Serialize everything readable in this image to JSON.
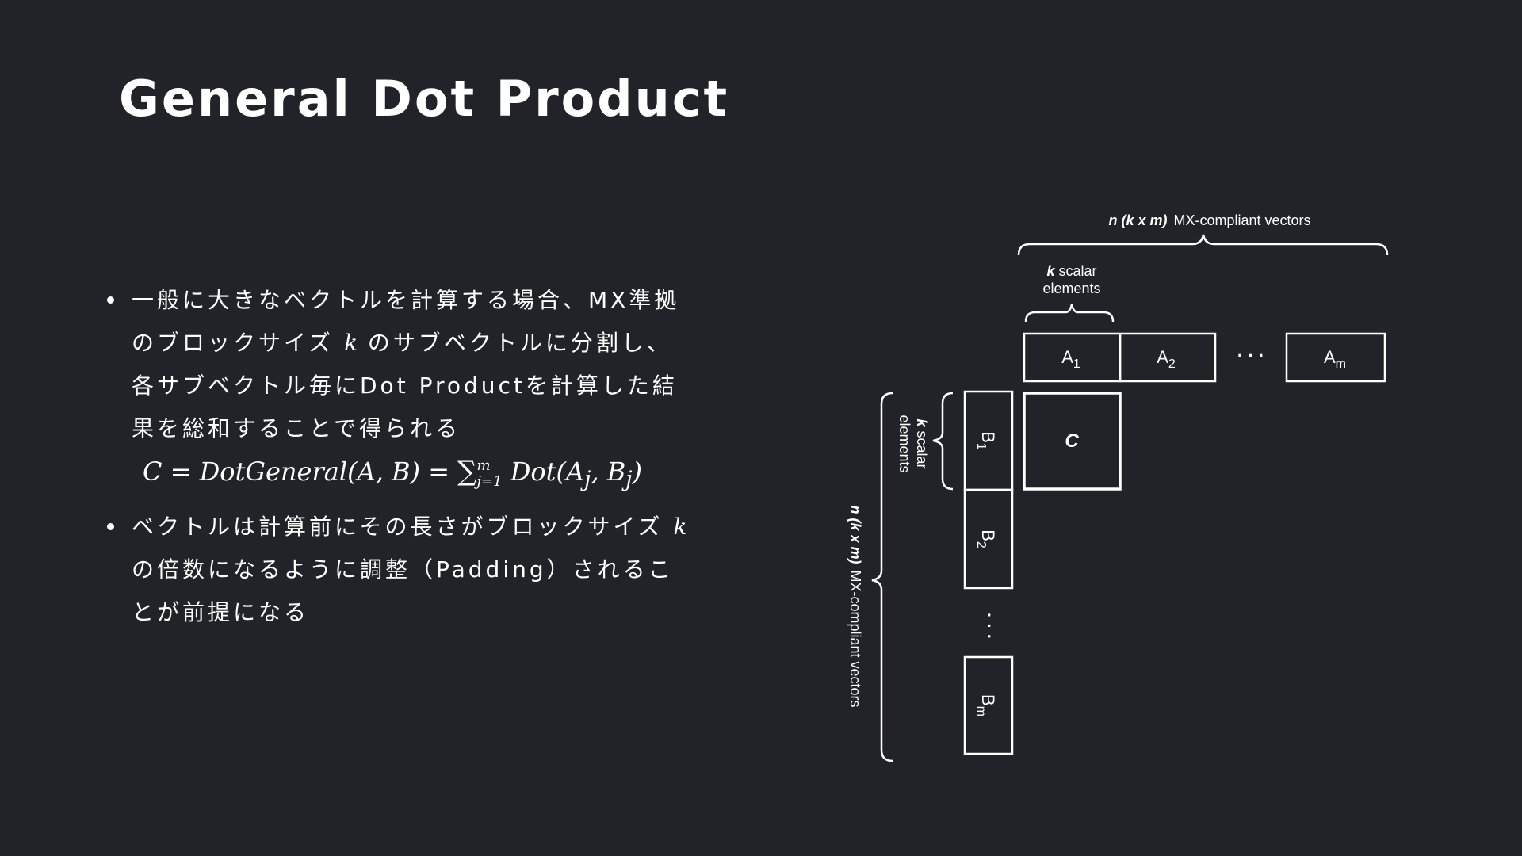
{
  "title": "General Dot Product",
  "bullets": [
    {
      "line1": "一般に大きなベクトルを計算する場合、MX準拠",
      "line2a": "のブロックサイズ ",
      "var": "k",
      "line2b": " のサブベクトルに分割し、",
      "line3": "各サブベクトル毎にDot Productを計算した結",
      "line4": "果を総和することで得られる",
      "formula": {
        "lhs": "C = DotGeneral(A, B) = ",
        "sigma": "∑",
        "sup": "m",
        "sub": "j=1",
        "rhs_a": " Dot(A",
        "rhs_sub1": "j",
        "rhs_b": ", B",
        "rhs_sub2": "j",
        "rhs_c": ")"
      }
    },
    {
      "line1a": "ベクトルは計算前にその長さがブロックサイズ ",
      "var": "k",
      "line2": "の倍数になるように調整（Padding）されるこ",
      "line3": "とが前提になる"
    }
  ],
  "diagram": {
    "top_label_bold": "n (k x m)",
    "top_label_rest": "MX-compliant vectors",
    "k_label_bold": "k",
    "k_label_rest": "scalar",
    "k_label_line2": "elements",
    "a_cells": [
      {
        "base": "A",
        "sub": "1"
      },
      {
        "base": "A",
        "sub": "2"
      },
      {
        "base": "A",
        "sub": "m"
      }
    ],
    "dots": "· · ·",
    "c_label": "C",
    "b_cells": [
      {
        "base": "B",
        "sub": "1"
      },
      {
        "base": "B",
        "sub": "2"
      },
      {
        "base": "B",
        "sub": "m"
      }
    ],
    "left_label_bold": "n (k x m)",
    "left_label_rest": "MX-compliant vectors",
    "left_k_bold": "k",
    "left_k_rest": "scalar",
    "left_k_line2": "elements"
  }
}
